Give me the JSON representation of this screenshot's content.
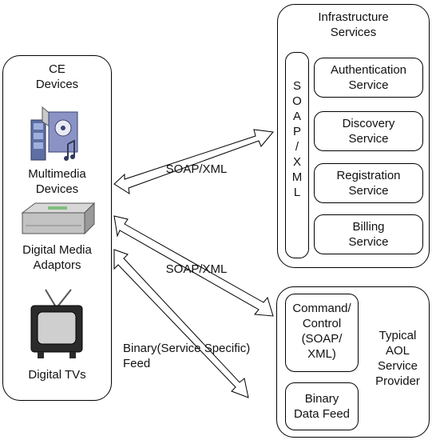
{
  "ce": {
    "title": "CE\nDevices",
    "devices": [
      {
        "label": "Multimedia\nDevices",
        "icon": "multimedia-devices-icon"
      },
      {
        "label": "Digital Media\nAdaptors",
        "icon": "digital-media-adaptor-icon"
      },
      {
        "label": "Digital TVs",
        "icon": "television-icon"
      }
    ]
  },
  "infrastructure": {
    "title": "Infrastructure\nServices",
    "soap_vertical": "S\nO\nA\nP\n/\nX\nM\nL",
    "services": [
      "Authentication\nService",
      "Discovery\nService",
      "Registration\nService",
      "Billing\nService"
    ]
  },
  "aol": {
    "title": "Typical\nAOL\nService\nProvider",
    "command": "Command/\nControl\n(SOAP/\nXML)",
    "binary_feed": "Binary\nData Feed"
  },
  "connections": {
    "soap1": "SOAP/XML",
    "soap2": "SOAP/XML",
    "binary": "Binary(Service Specific)\nFeed"
  }
}
